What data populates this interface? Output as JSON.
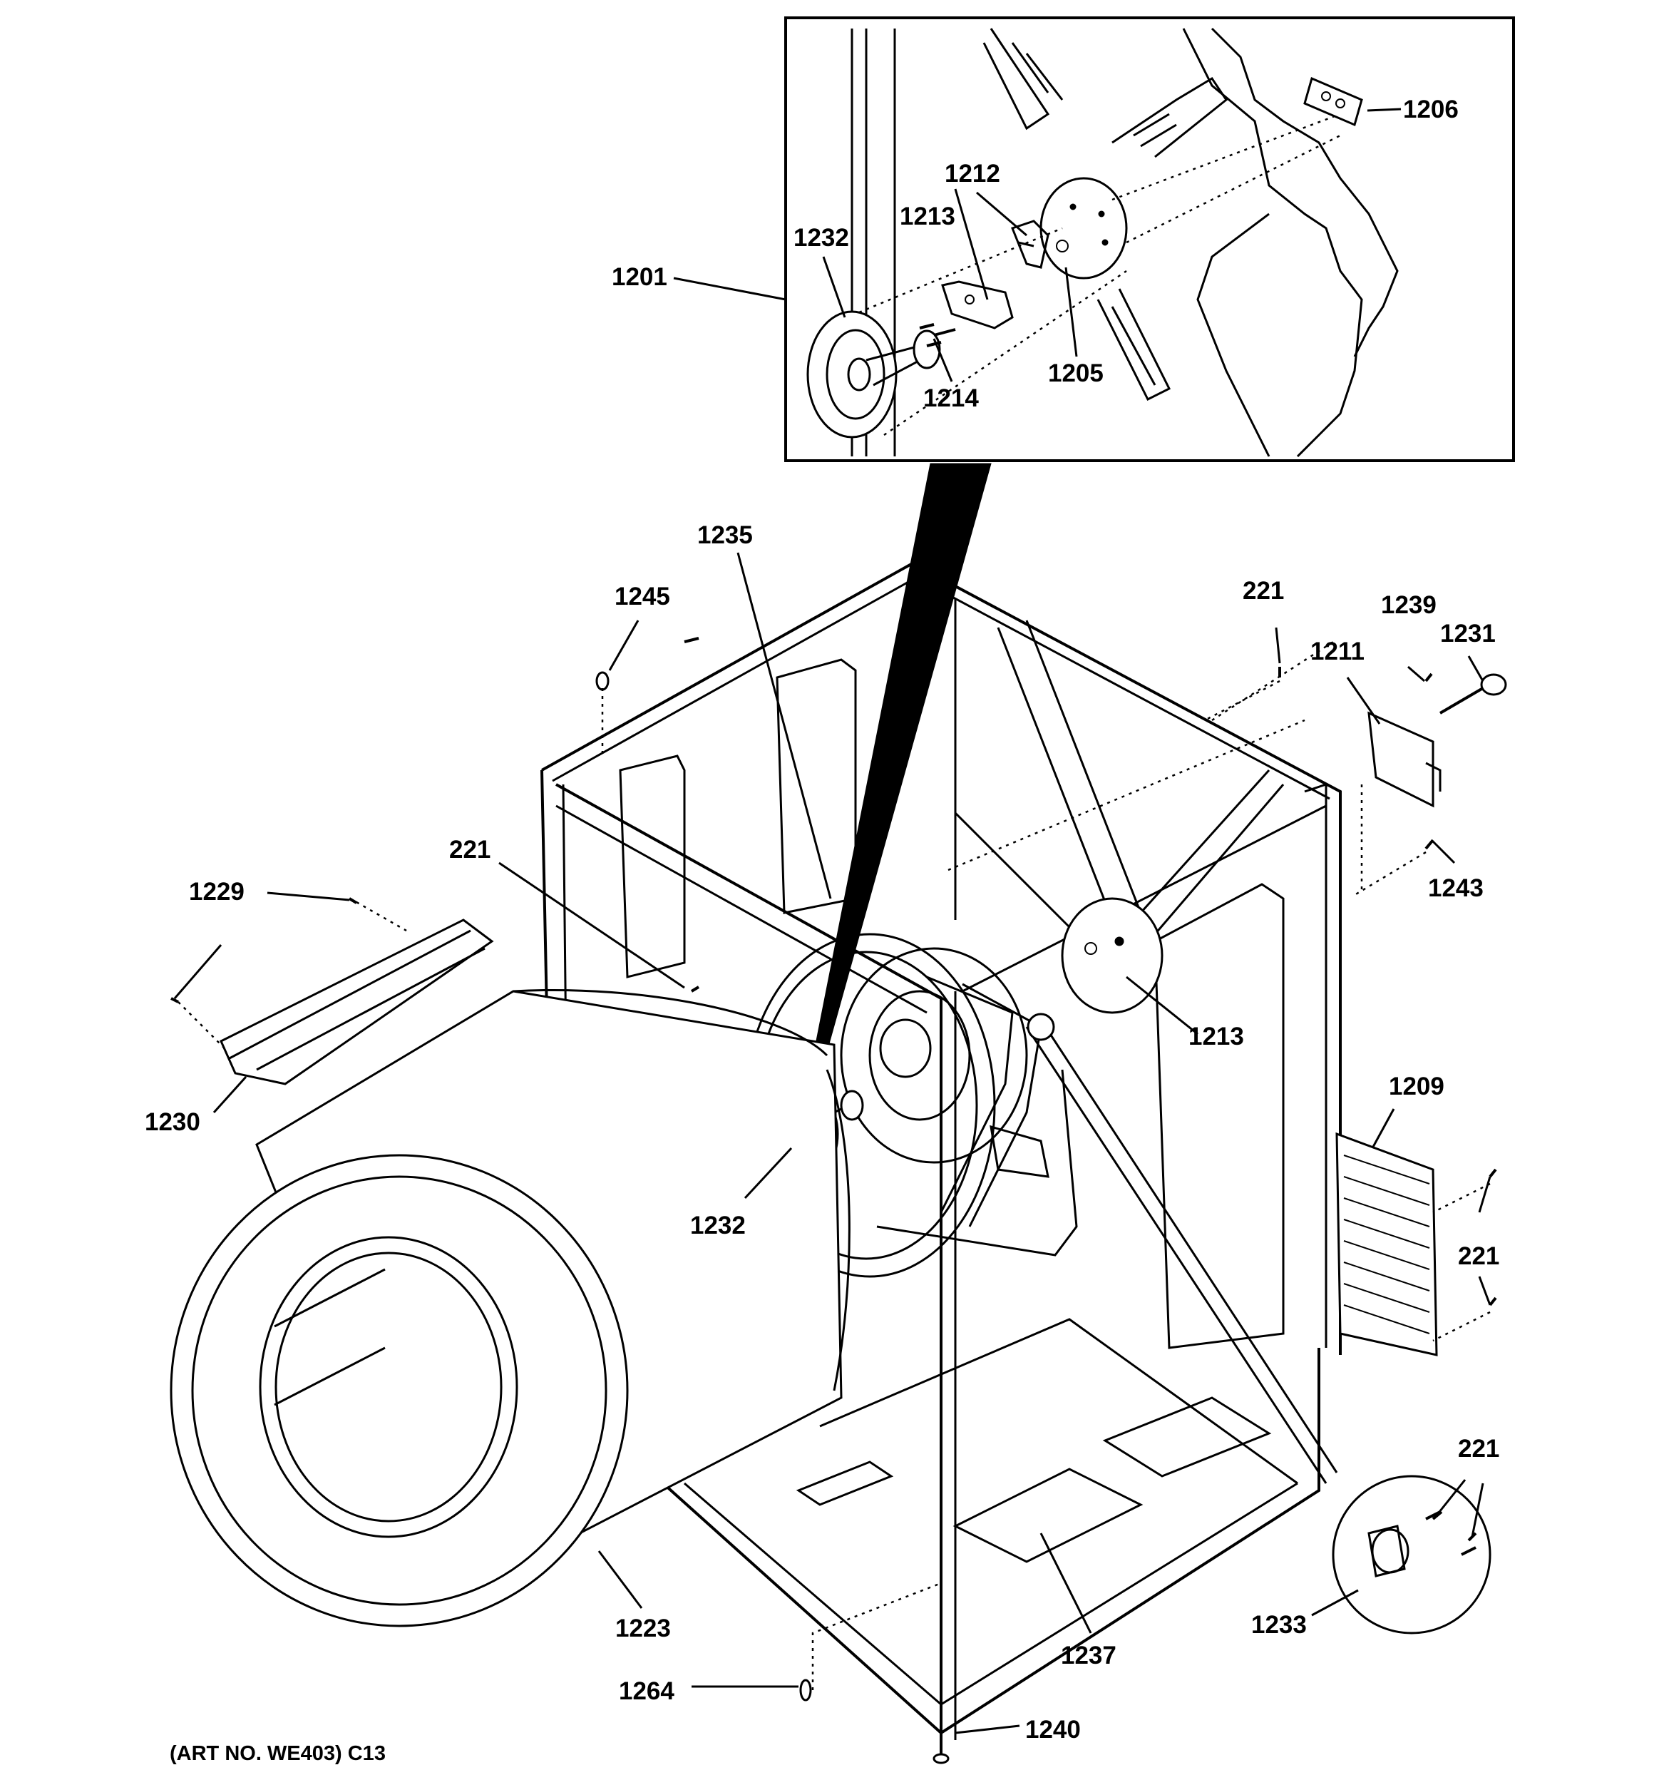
{
  "art_number": "(ART NO. WE403) C13",
  "part_labels": {
    "p1201": "1201",
    "p1206": "1206",
    "p1212": "1212",
    "p1213_inset": "1213",
    "p1232_inset": "1232",
    "p1214": "1214",
    "p1205": "1205",
    "p1235": "1235",
    "p1245": "1245",
    "p221_top": "221",
    "p1239": "1239",
    "p1231": "1231",
    "p1211": "1211",
    "p1243": "1243",
    "p221_left": "221",
    "p1229": "1229",
    "p1230": "1230",
    "p1213": "1213",
    "p1209": "1209",
    "p221_right": "221",
    "p1232": "1232",
    "p221_bottom": "221",
    "p1233": "1233",
    "p1223": "1223",
    "p1237": "1237",
    "p1264": "1264",
    "p1240": "1240"
  }
}
